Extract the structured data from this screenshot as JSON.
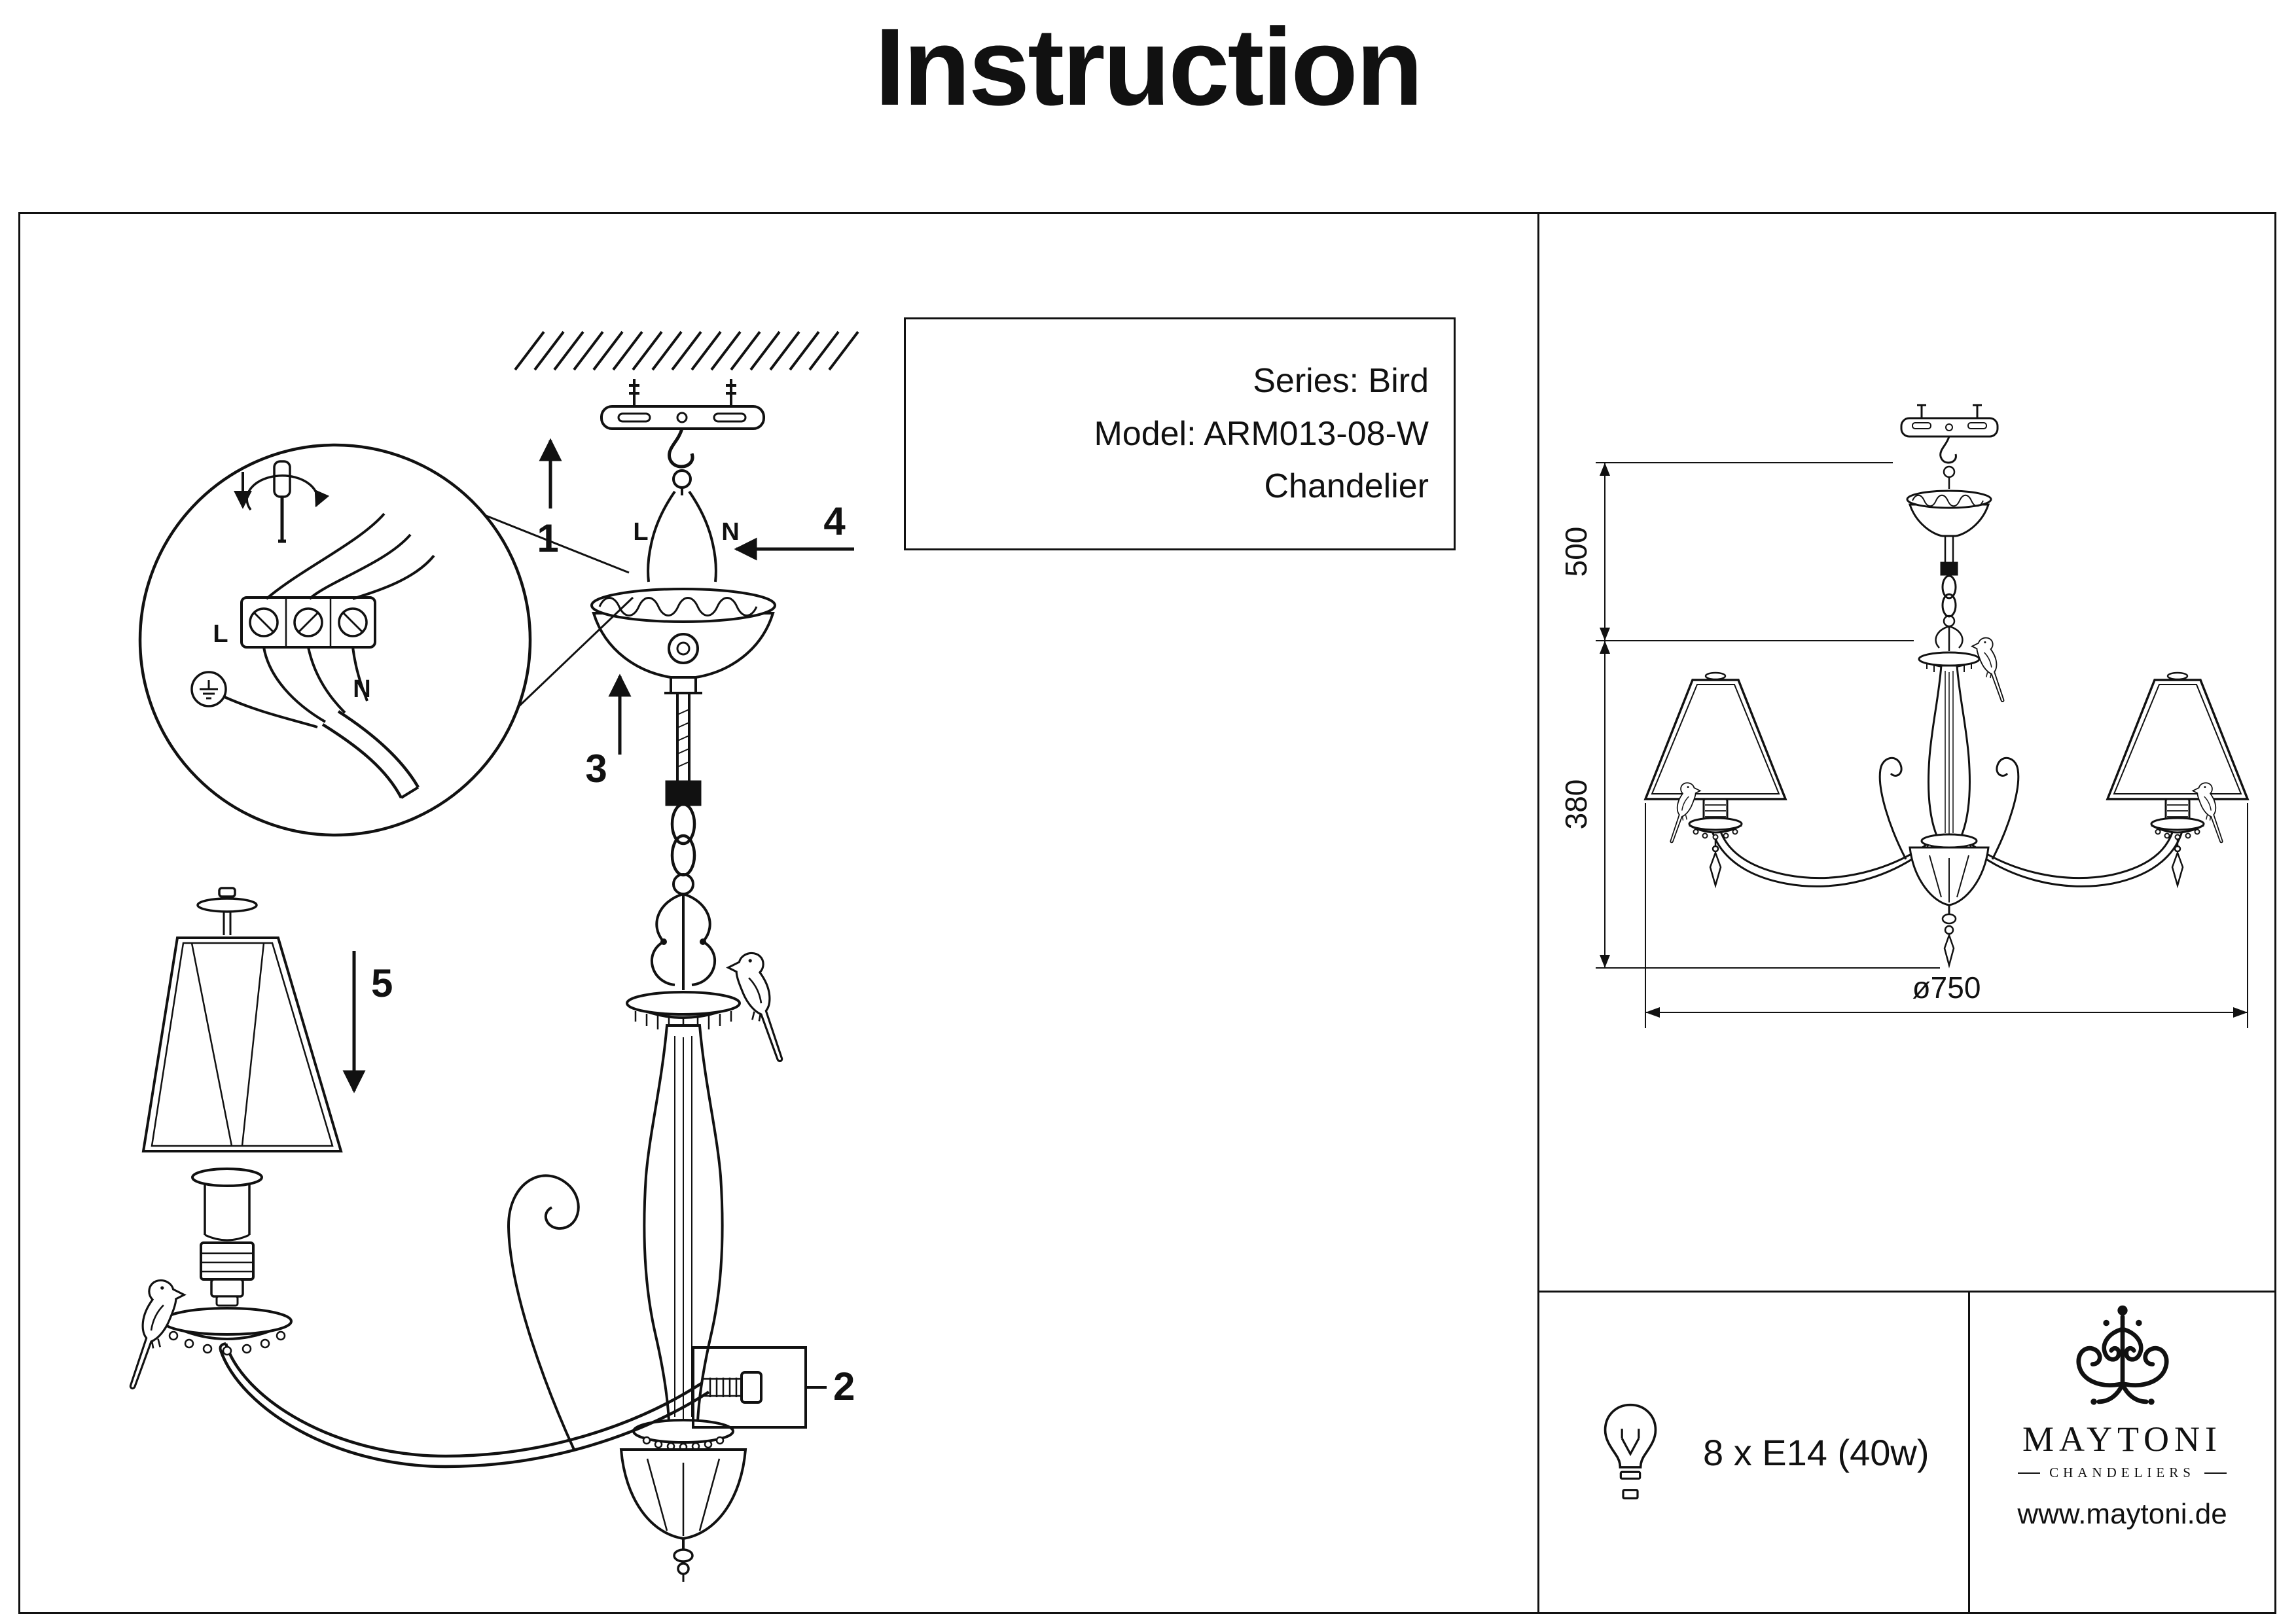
{
  "page": {
    "title": "Instruction"
  },
  "product": {
    "series": "Series: Bird",
    "model": "Model: ARM013-08-W",
    "type": "Chandelier"
  },
  "steps": {
    "s1": "1",
    "s2": "2",
    "s3": "3",
    "s4": "4",
    "s5": "5"
  },
  "wiring": {
    "live": "L",
    "neutral": "N",
    "detail_live": "L",
    "detail_neutral": "N"
  },
  "dimensions": {
    "hanging_height": "500",
    "body_height": "380",
    "diameter": "ø750"
  },
  "specs": {
    "lamp": "8 x E14 (40w)"
  },
  "brand": {
    "name": "MAYTONI",
    "tagline": "CHANDELIERS",
    "website": "www.maytoni.de"
  },
  "colors": {
    "ink": "#111111",
    "paper": "#ffffff"
  }
}
